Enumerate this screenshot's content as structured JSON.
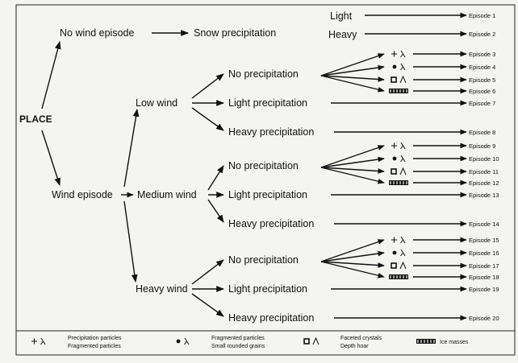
{
  "root": "PLACE",
  "top_branch": {
    "label": "No wind episode",
    "result": "Snow precipitation",
    "outcomes": [
      {
        "label": "Light",
        "episode": "Episode 1"
      },
      {
        "label": "Heavy",
        "episode": "Episode 2"
      }
    ]
  },
  "wind_episode": {
    "label": "Wind episode",
    "levels": [
      {
        "label": "Low wind",
        "no_precip": {
          "label": "No precipitation",
          "episodes": [
            "Episode 3",
            "Episode 4",
            "Episode 5",
            "Episode 6"
          ]
        },
        "light": {
          "label": "Light precipitation",
          "episode": "Episode 7"
        },
        "heavy": {
          "label": "Heavy precipitation",
          "episode": "Episode 8"
        }
      },
      {
        "label": "Medium wind",
        "no_precip": {
          "label": "No precipitation",
          "episodes": [
            "Episode 9",
            "Episode 10",
            "Episode 11",
            "Episode 12"
          ]
        },
        "light": {
          "label": "Light precipitation",
          "episode": "Episode 13"
        },
        "heavy": {
          "label": "Heavy precipitation",
          "episode": "Episode 14"
        }
      },
      {
        "label": "Heavy wind",
        "no_precip": {
          "label": "No precipitation",
          "episodes": [
            "Episode 15",
            "Episode 16",
            "Episode 17",
            "Episode 18"
          ]
        },
        "light": {
          "label": "Light precipitation",
          "episode": "Episode 19"
        },
        "heavy": {
          "label": "Heavy precipitation",
          "episode": "Episode 20"
        }
      }
    ]
  },
  "symbols": [
    "plus-lambda",
    "dot-lambda",
    "square-caret",
    "hatched-bar"
  ],
  "legend": [
    {
      "symbol": "plus-lambda",
      "line1": "Precipitation particles",
      "line2": "Fragmented particles"
    },
    {
      "symbol": "dot-lambda",
      "line1": "Fragmented particles",
      "line2": "Small rounded grains"
    },
    {
      "symbol": "square-caret",
      "line1": "Faceted crystals",
      "line2": "Depth hoar"
    },
    {
      "symbol": "hatched-bar",
      "line1": "Ice masses",
      "line2": ""
    }
  ],
  "colors": {
    "line": "#111111",
    "background": "#f4f4f1"
  }
}
